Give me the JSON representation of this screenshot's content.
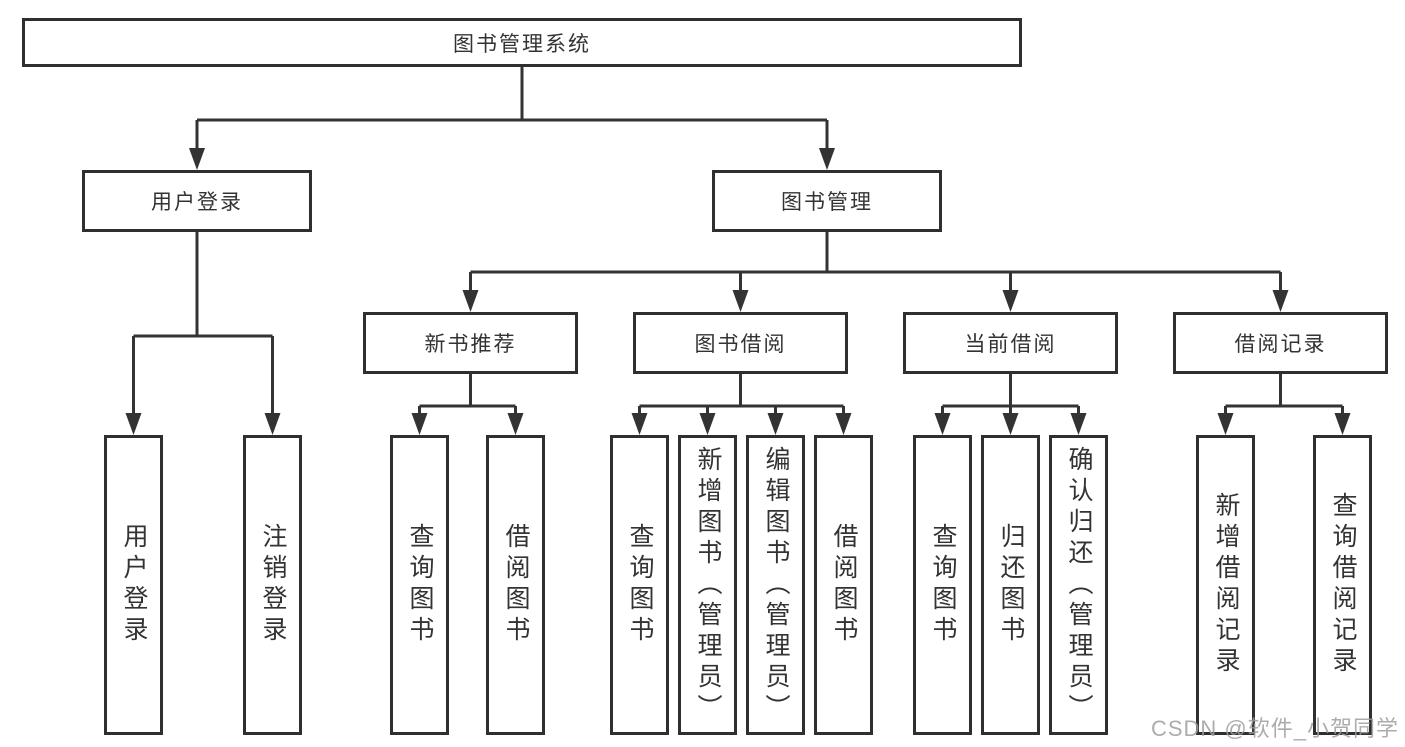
{
  "diagram": {
    "root": {
      "label": "图书管理系统"
    },
    "level2": [
      {
        "label": "用户登录"
      },
      {
        "label": "图书管理"
      }
    ],
    "level3": [
      {
        "label": "新书推荐"
      },
      {
        "label": "图书借阅"
      },
      {
        "label": "当前借阅"
      },
      {
        "label": "借阅记录"
      }
    ],
    "leaves": [
      {
        "label": "用户登录",
        "parent": "用户登录"
      },
      {
        "label": "注销登录",
        "parent": "用户登录"
      },
      {
        "label": "查询图书",
        "parent": "新书推荐"
      },
      {
        "label": "借阅图书",
        "parent": "新书推荐"
      },
      {
        "label": "查询图书",
        "parent": "图书借阅"
      },
      {
        "label": "新增图书（管理员）",
        "parent": "图书借阅"
      },
      {
        "label": "编辑图书（管理员）",
        "parent": "图书借阅"
      },
      {
        "label": "借阅图书",
        "parent": "图书借阅"
      },
      {
        "label": "查询图书",
        "parent": "当前借阅"
      },
      {
        "label": "归还图书",
        "parent": "当前借阅"
      },
      {
        "label": "确认归还（管理员）",
        "parent": "当前借阅"
      },
      {
        "label": "新增借阅记录",
        "parent": "借阅记录"
      },
      {
        "label": "查询借阅记录",
        "parent": "借阅记录"
      }
    ],
    "watermark": "CSDN @软件_小贺同学",
    "colors": {
      "line": "#333333",
      "text": "#333333",
      "box_fill": "#ffffff",
      "watermark": "#9e9e9e",
      "background": "#ffffff"
    }
  }
}
